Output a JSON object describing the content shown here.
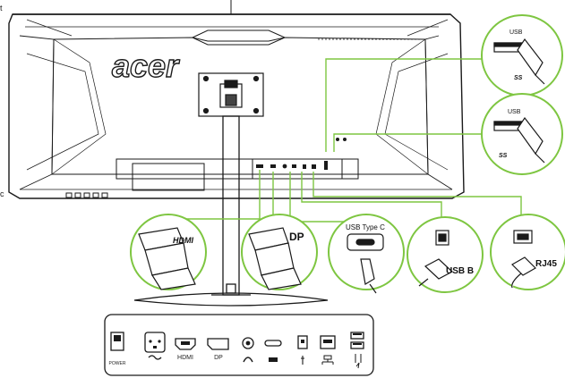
{
  "monitor": {
    "brand": "acer"
  },
  "callouts": {
    "hdmi": "HDMI",
    "dp": "DP",
    "usb_c": "USB Type C",
    "usb_b": "USB B",
    "rj45": "RJ45",
    "usb_top": "USB",
    "usb_bottom": "USB",
    "ss_top": "SS",
    "ss_bottom": "SS"
  },
  "port_panel": {
    "power": "POWER",
    "hdmi": "HDMI",
    "dp": "DP"
  },
  "colors": {
    "callout_green": "#7ec641",
    "outline": "#1a1a1a",
    "monitor_fill": "#ffffff"
  }
}
